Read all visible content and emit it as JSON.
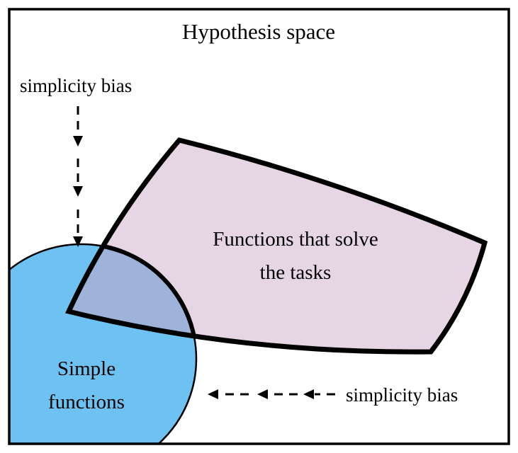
{
  "diagram": {
    "title": "Hypothesis space",
    "simplicity_bias_top": "simplicity bias",
    "simplicity_bias_bottom": "simplicity bias",
    "functions_label_line1": "Functions that solve",
    "functions_label_line2": "the tasks",
    "simple_label_line1": "Simple",
    "simple_label_line2": "functions"
  },
  "colors": {
    "circle_fill": "#6EC2F1",
    "region_fill": "#E6D5E3",
    "overlap_fill": "#9FB3DA",
    "outline": "#000000"
  }
}
